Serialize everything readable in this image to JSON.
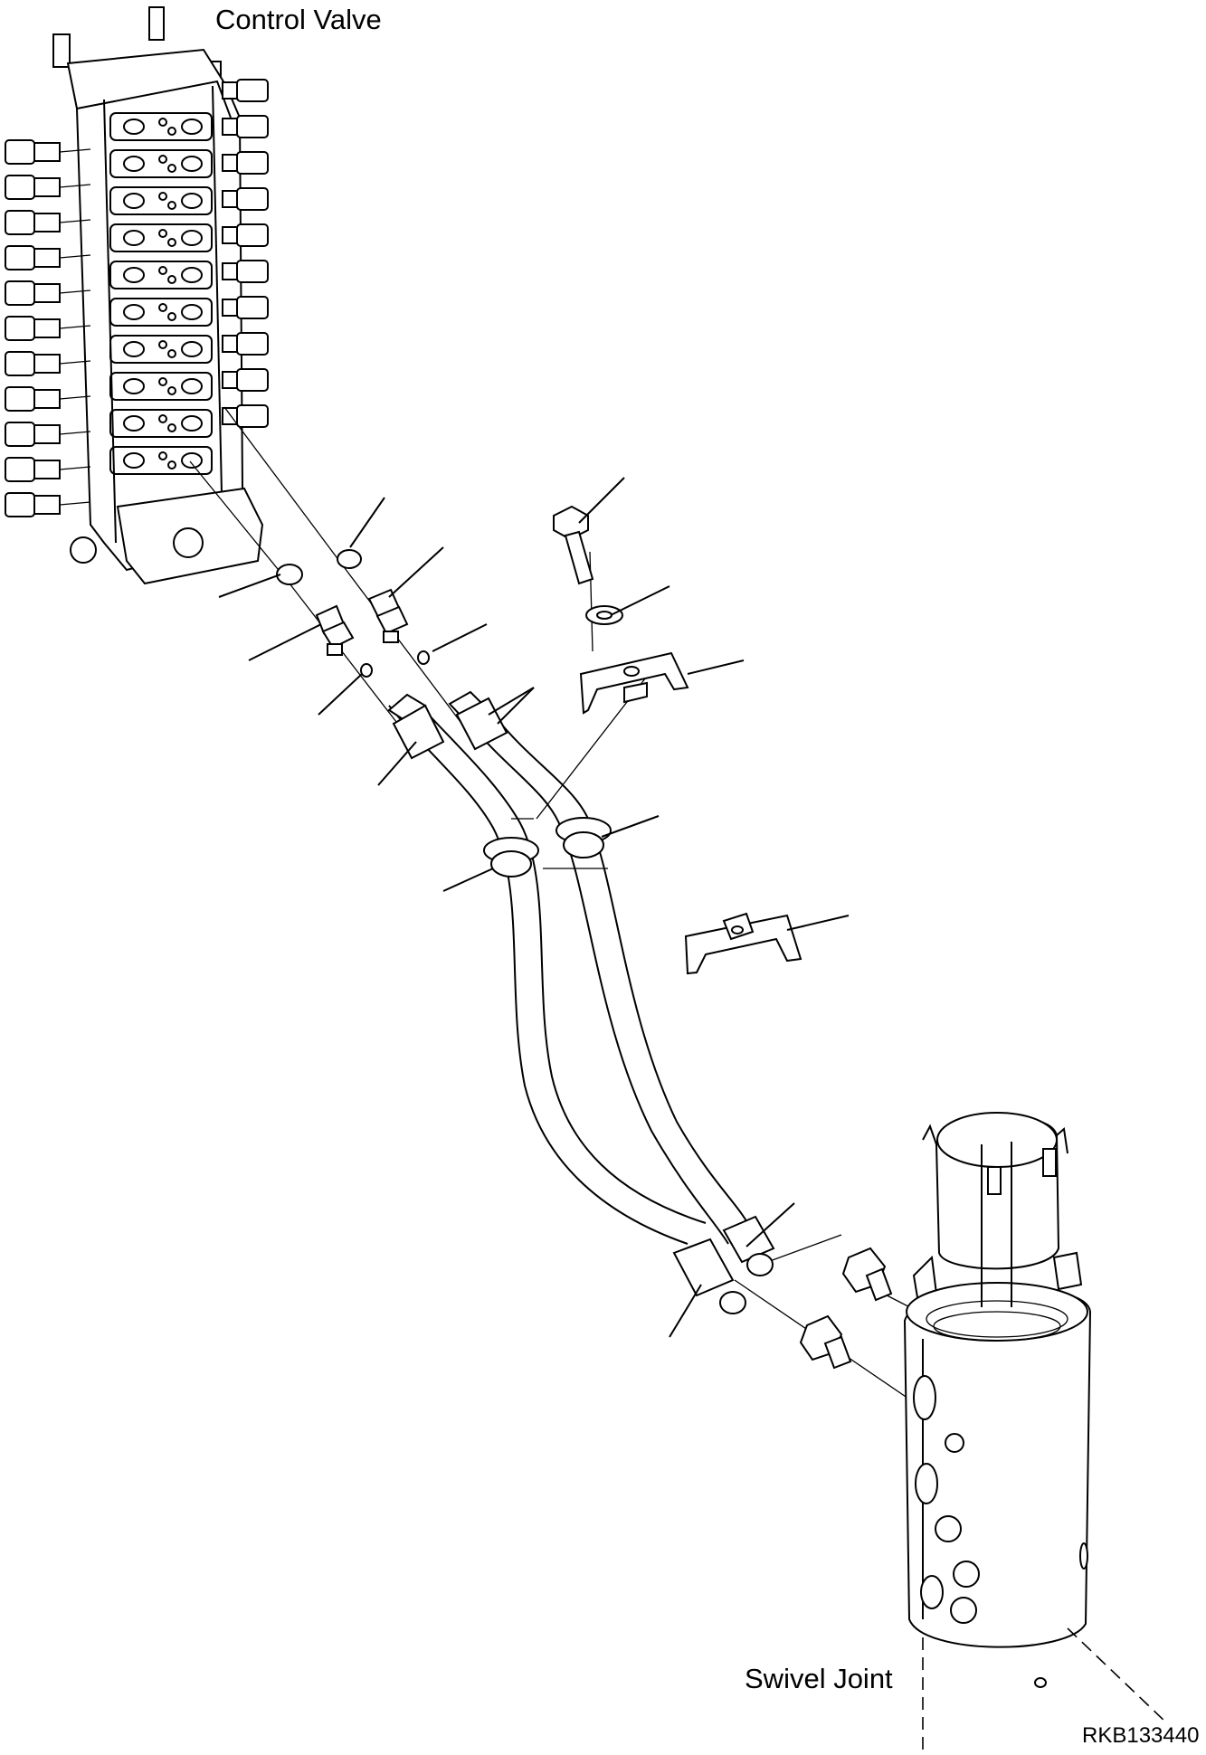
{
  "labels": {
    "control_valve": "Control Valve",
    "swivel_joint": "Swivel Joint",
    "drawing_number": "RKB133440"
  }
}
